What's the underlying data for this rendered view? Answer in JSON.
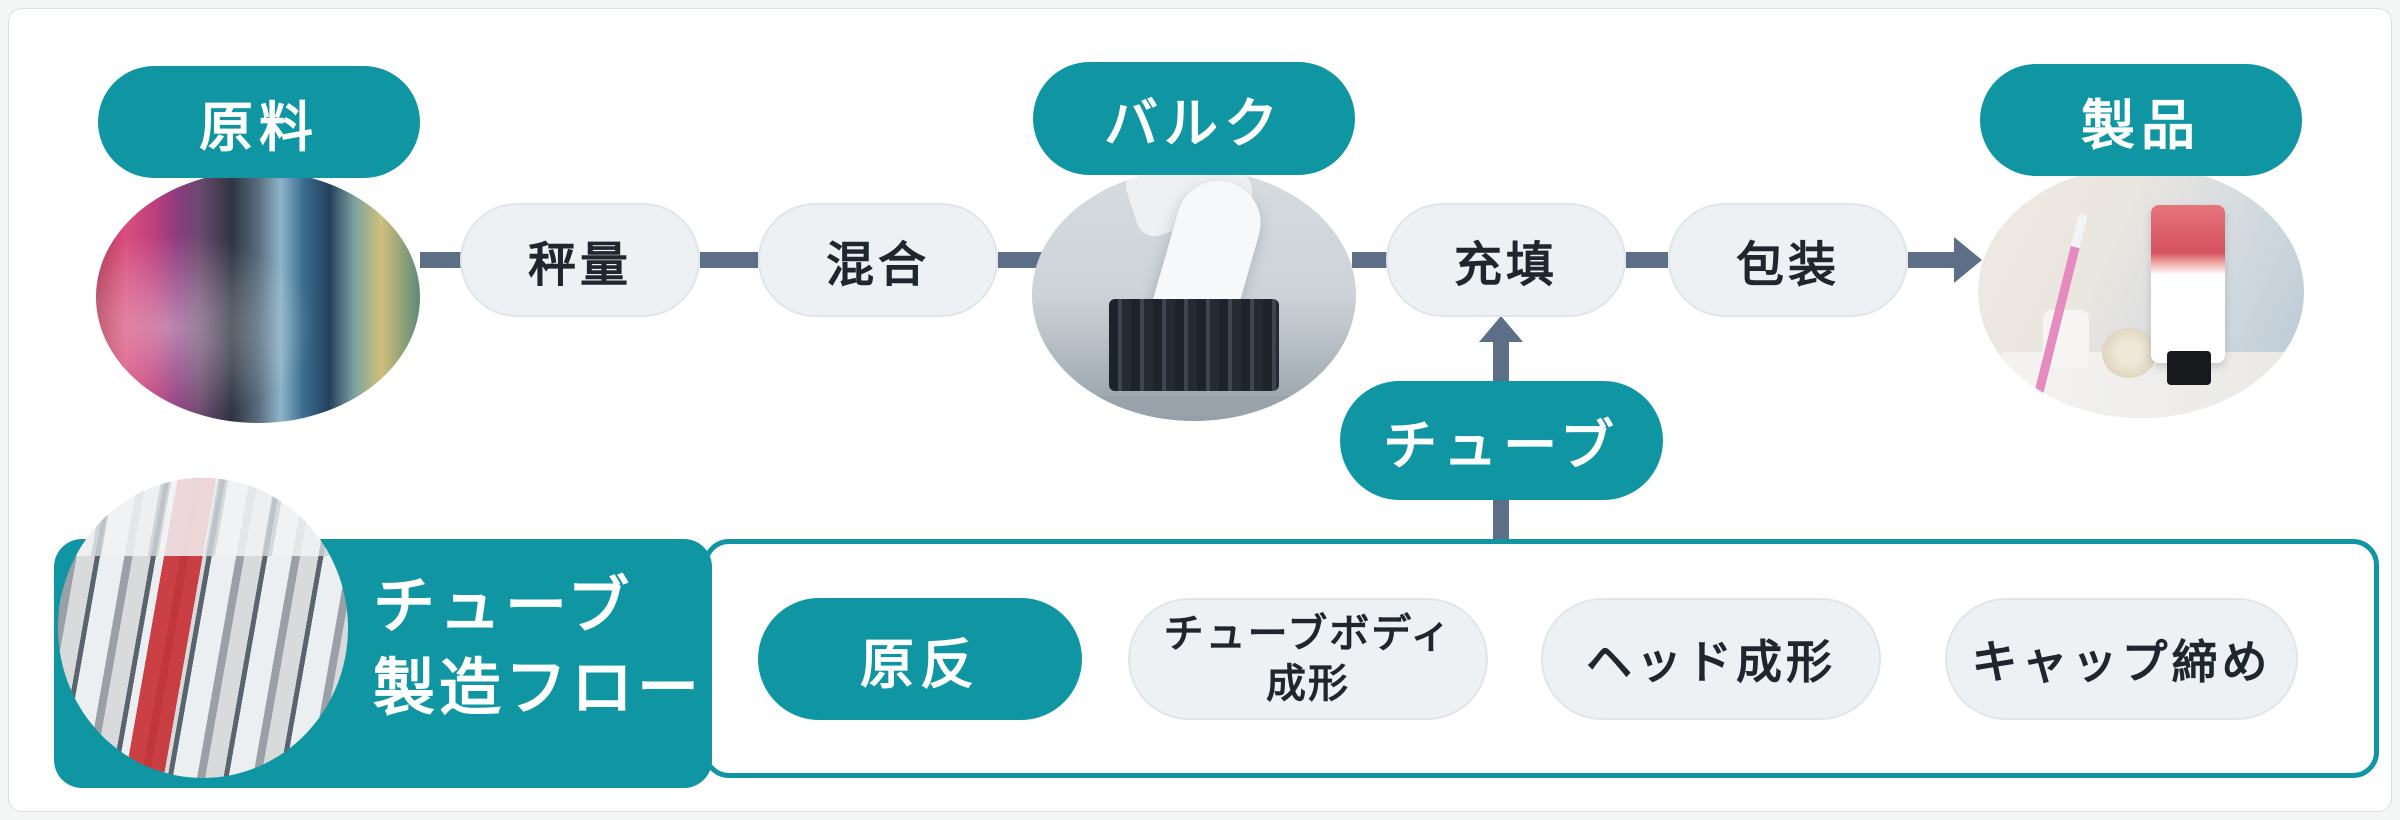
{
  "palette": {
    "teal": "#0f96a2",
    "connector_slate": "#5d6f86",
    "process_pill_bg": "#eef1f4",
    "process_pill_border": "#e1e5ea",
    "text_dark": "#20262e",
    "canvas_bg": "#ffffff"
  },
  "main_flow": {
    "stages": [
      {
        "label": "原料",
        "kind": "image-label"
      },
      {
        "label": "秤量",
        "kind": "process"
      },
      {
        "label": "混合",
        "kind": "process"
      },
      {
        "label": "バルク",
        "kind": "image-label"
      },
      {
        "label": "充填",
        "kind": "process"
      },
      {
        "label": "包装",
        "kind": "process"
      },
      {
        "label": "製品",
        "kind": "image-label"
      }
    ]
  },
  "tube_branch": {
    "label": "チューブ"
  },
  "tube_flow_box": {
    "title_line1": "チューブ",
    "title_line2": "製造フロー",
    "steps": [
      {
        "label": "原反"
      },
      {
        "label_line1": "チューブボディ",
        "label_line2": "成形"
      },
      {
        "label": "ヘッド成形"
      },
      {
        "label": "キャップ締め"
      }
    ]
  },
  "photos": {
    "raw_materials": "colorful-beakers-photo",
    "bulk": "toothpaste-squeezed-on-brush-photo",
    "product": "packaged-toothpaste-tube-photo",
    "tubes": "aluminum-tubes-on-machine-photo"
  }
}
